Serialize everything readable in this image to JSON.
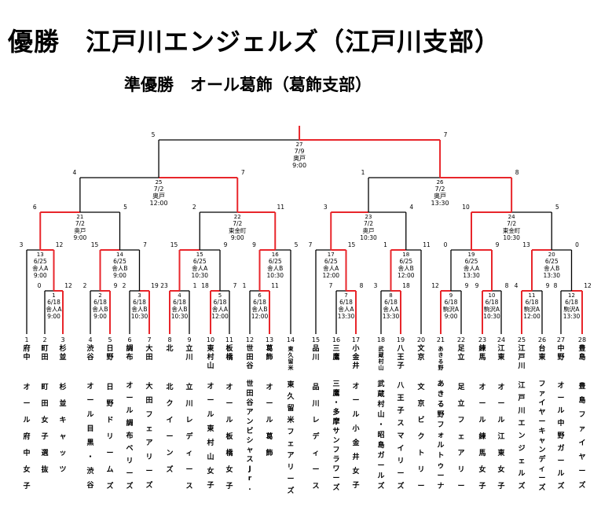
{
  "headline": {
    "winner": "優勝　江戸川エンジェルズ（江戸川支部）",
    "runner_up": "準優勝　オール葛飾（葛飾支部）"
  },
  "teams": [
    {
      "no": "1",
      "branch": "府中",
      "team": "オール府中女子"
    },
    {
      "no": "2",
      "branch": "町田",
      "team": "町田女子選抜"
    },
    {
      "no": "3",
      "branch": "杉並",
      "team": "杉並キャッツ"
    },
    {
      "no": "4",
      "branch": "渋谷",
      "team": "オール目黒・渋谷"
    },
    {
      "no": "5",
      "branch": "日野",
      "team": "日野ドリームズ"
    },
    {
      "no": "6",
      "branch": "調布",
      "team": "オール調布ベリーズ"
    },
    {
      "no": "7",
      "branch": "大田",
      "team": "大田フェアリーズ"
    },
    {
      "no": "8",
      "branch": "北",
      "team": "北クイーンズ"
    },
    {
      "no": "9",
      "branch": "立川",
      "team": "立川レディース"
    },
    {
      "no": "10",
      "branch": "東村山",
      "team": "オール東村山女子"
    },
    {
      "no": "11",
      "branch": "板橋",
      "team": "オール板橋女子"
    },
    {
      "no": "12",
      "branch": "世田谷",
      "team": "世田谷アンビシャスJr."
    },
    {
      "no": "13",
      "branch": "葛飾",
      "team": "オール葛飾"
    },
    {
      "no": "14",
      "branch": "東久留米",
      "team": "東久留米フェアリーズ"
    },
    {
      "no": "15",
      "branch": "品川",
      "team": "品川レディース"
    },
    {
      "no": "16",
      "branch": "三鷹",
      "team": "三鷹・多摩サンフラワーズ"
    },
    {
      "no": "17",
      "branch": "小金井",
      "team": "オール小金井女子"
    },
    {
      "no": "18",
      "branch": "武蔵村山",
      "team": "武蔵村山・昭島ガールズ"
    },
    {
      "no": "19",
      "branch": "八王子",
      "team": "八王子スマイリーズ"
    },
    {
      "no": "20",
      "branch": "文京",
      "team": "文京ビクトリー"
    },
    {
      "no": "21",
      "branch": "あきる野",
      "team": "あきる野フォルトゥーナ"
    },
    {
      "no": "22",
      "branch": "足立",
      "team": "足立フェアリー"
    },
    {
      "no": "23",
      "branch": "練馬",
      "team": "オール練馬女子"
    },
    {
      "no": "24",
      "branch": "江東",
      "team": "オール江東女子"
    },
    {
      "no": "25",
      "branch": "江戸川",
      "team": "江戸川エンジェルズ"
    },
    {
      "no": "26",
      "branch": "台東",
      "team": "ファイヤーキャンディーズ"
    },
    {
      "no": "27",
      "branch": "中野",
      "team": "オール中野ガールズ"
    },
    {
      "no": "28",
      "branch": "豊島",
      "team": "豊島ファイヤーズ"
    }
  ],
  "matches": [
    {
      "id": "1",
      "date": "6/18",
      "venue": "舎人A",
      "time": "9:00",
      "scores": [
        "0",
        "12"
      ]
    },
    {
      "id": "2",
      "date": "6/18",
      "venue": "舎人B",
      "time": "9:00",
      "scores": [
        "2",
        "9"
      ]
    },
    {
      "id": "3",
      "date": "6/18",
      "venue": "舎人B",
      "time": "10:30",
      "scores": [
        "2",
        "19"
      ]
    },
    {
      "id": "4",
      "date": "6/18",
      "venue": "舎人B",
      "time": "10:30",
      "scores": [
        "23",
        "1"
      ]
    },
    {
      "id": "5",
      "date": "6/18",
      "venue": "舎人A",
      "time": "12:00",
      "scores": [
        "18",
        "7"
      ]
    },
    {
      "id": "6",
      "date": "6/18",
      "venue": "舎人B",
      "time": "12:00",
      "scores": [
        "1",
        "11"
      ]
    },
    {
      "id": "7",
      "date": "6/18",
      "venue": "舎人A",
      "time": "13:30",
      "scores": [
        "7",
        "8"
      ]
    },
    {
      "id": "8",
      "date": "6/18",
      "venue": "舎人A",
      "time": "13:30",
      "scores": [
        "3",
        "18"
      ]
    },
    {
      "id": "9",
      "date": "6/18",
      "venue": "駒沢A",
      "time": "9:00",
      "scores": [
        "12",
        "9"
      ]
    },
    {
      "id": "10",
      "date": "6/18",
      "venue": "駒沢A",
      "time": "10:30",
      "scores": [
        "9",
        "8"
      ]
    },
    {
      "id": "11",
      "date": "6/18",
      "venue": "駒沢A",
      "time": "12:00",
      "scores": [
        "4",
        "9"
      ]
    },
    {
      "id": "12",
      "date": "6/18",
      "venue": "駒沢A",
      "time": "13:30",
      "scores": [
        "8",
        "12"
      ]
    },
    {
      "id": "13",
      "date": "6/25",
      "venue": "舎人A",
      "time": "9:00",
      "scores": [
        "3",
        "12"
      ]
    },
    {
      "id": "14",
      "date": "6/25",
      "venue": "舎人B",
      "time": "9:00",
      "scores": [
        "15",
        "7"
      ]
    },
    {
      "id": "15",
      "date": "6/25",
      "venue": "舎人A",
      "time": "10:30",
      "scores": [
        "15",
        "9"
      ]
    },
    {
      "id": "16",
      "date": "6/25",
      "venue": "舎人B",
      "time": "10:30",
      "scores": [
        "9",
        "5"
      ]
    },
    {
      "id": "17",
      "date": "6/25",
      "venue": "舎人A",
      "time": "12:00",
      "scores": [
        "7",
        "15"
      ]
    },
    {
      "id": "18",
      "date": "6/25",
      "venue": "舎人B",
      "time": "12:00",
      "scores": [
        "1",
        "11"
      ]
    },
    {
      "id": "19",
      "date": "6/25",
      "venue": "舎人A",
      "time": "13:30",
      "scores": [
        "0",
        "9"
      ]
    },
    {
      "id": "20",
      "date": "6/25",
      "venue": "舎人B",
      "time": "13:30",
      "scores": [
        "13",
        "0"
      ]
    },
    {
      "id": "21",
      "date": "7/2",
      "venue": "奥戸",
      "time": "9:00",
      "scores": [
        "6",
        "5"
      ]
    },
    {
      "id": "22",
      "date": "7/2",
      "venue": "東金町",
      "time": "9:00",
      "scores": [
        "2",
        "11"
      ]
    },
    {
      "id": "23",
      "date": "7/2",
      "venue": "奥戸",
      "time": "10:30",
      "scores": [
        "3",
        "4"
      ]
    },
    {
      "id": "24",
      "date": "7/2",
      "venue": "東金町",
      "time": "10:30",
      "scores": [
        "10",
        "5"
      ]
    },
    {
      "id": "25",
      "date": "7/2",
      "venue": "奥戸",
      "time": "12:00",
      "scores": [
        "4",
        "7"
      ]
    },
    {
      "id": "26",
      "date": "7/2",
      "venue": "奥戸",
      "time": "13:30",
      "scores": [
        "1",
        "8"
      ]
    },
    {
      "id": "27",
      "date": "7/9",
      "venue": "奥戸",
      "time": "9:00",
      "scores": [
        "5",
        "7"
      ]
    }
  ],
  "colors": {
    "winner_path": "#e8262b",
    "loser_path": "#000000",
    "text": "#000000"
  }
}
